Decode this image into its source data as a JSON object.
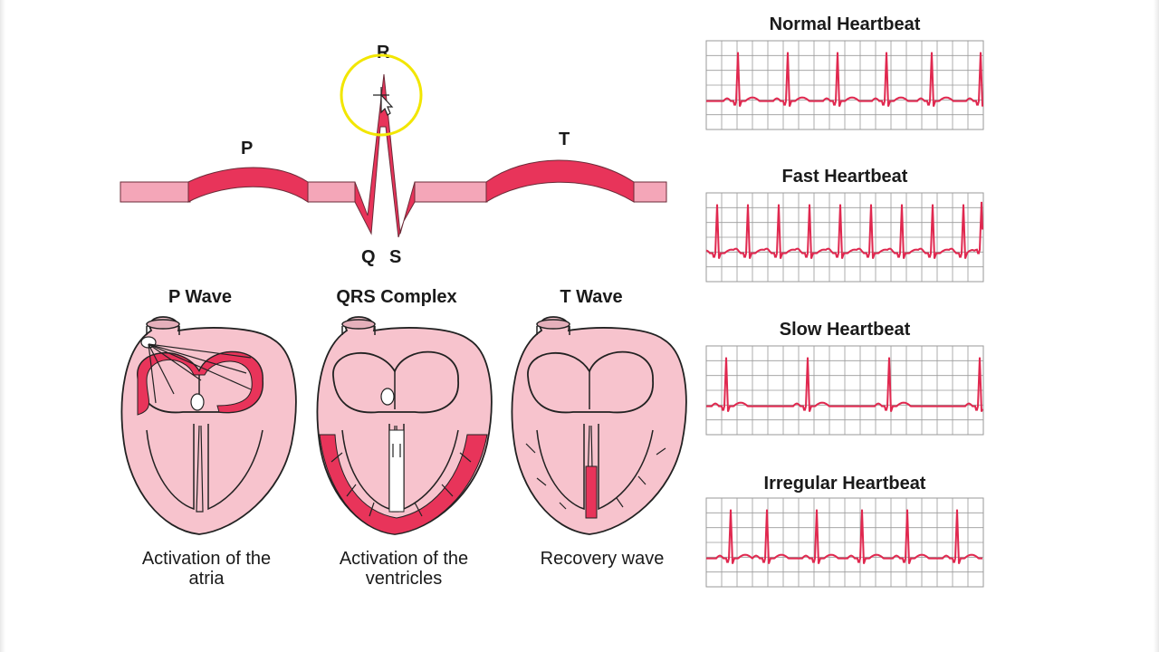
{
  "colors": {
    "accent": "#e8345a",
    "light_pink": "#f4a6b8",
    "heart_fill": "#f7c3cd",
    "ecg_line": "#e0284f",
    "grid": "#9a9a9a",
    "cursor_ring": "#f2e600"
  },
  "waveform": {
    "labels": {
      "p": "P",
      "q": "Q",
      "r": "R",
      "s": "S",
      "t": "T"
    }
  },
  "hearts": [
    {
      "title": "P Wave",
      "caption_line1": "Activation of the",
      "caption_line2": "atria"
    },
    {
      "title": "QRS Complex",
      "caption_line1": "Activation of the",
      "caption_line2": "ventricles"
    },
    {
      "title": "T Wave",
      "caption_line1": "Recovery wave",
      "caption_line2": ""
    }
  ],
  "ecg_strips": [
    {
      "title": "Normal Heartbeat",
      "rhythm": "normal"
    },
    {
      "title": "Fast Heartbeat",
      "rhythm": "fast"
    },
    {
      "title": "Slow Heartbeat",
      "rhythm": "slow"
    },
    {
      "title": "Irregular Heartbeat",
      "rhythm": "irregular"
    }
  ],
  "cursor": {
    "icon": "move-cursor-icon"
  }
}
